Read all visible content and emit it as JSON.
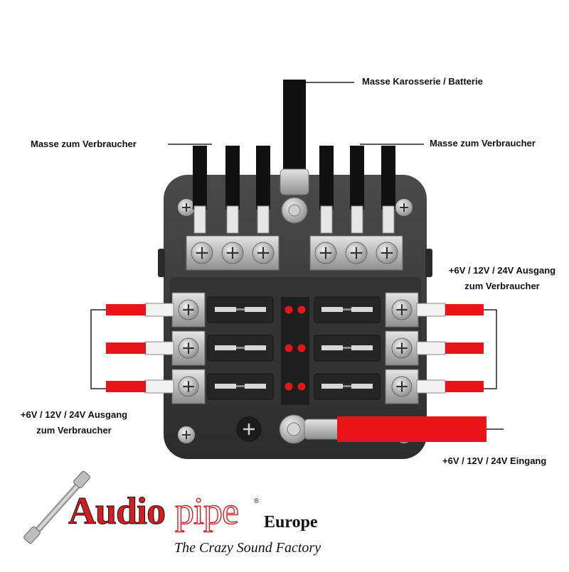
{
  "labels": {
    "top_ground": "Masse Karosserie / Batterie",
    "ground_left": "Masse zum Verbraucher",
    "ground_right": "Masse zum Verbraucher",
    "out_right_line1": "+6V / 12V / 24V Ausgang",
    "out_right_line2": "zum Verbraucher",
    "out_left_line1": "+6V / 12V / 24V Ausgang",
    "out_left_line2": "zum Verbraucher",
    "input": "+6V / 12V / 24V Eingang"
  },
  "logo": {
    "brand_part1": "Audio",
    "brand_part2": "pipe",
    "registered": "®",
    "region": "Europe",
    "tagline": "The Crazy Sound Factory"
  },
  "colors": {
    "housing": "#3a3a3a",
    "terminal_metal": "#b8b8b8",
    "wire_red": "#e8141a",
    "wire_black": "#111111",
    "led_red": "#e01818",
    "logo_red": "#d41d20"
  },
  "icons": [
    "screw-icon",
    "fuse-icon",
    "led-icon",
    "wire-icon",
    "bolt-icon"
  ]
}
